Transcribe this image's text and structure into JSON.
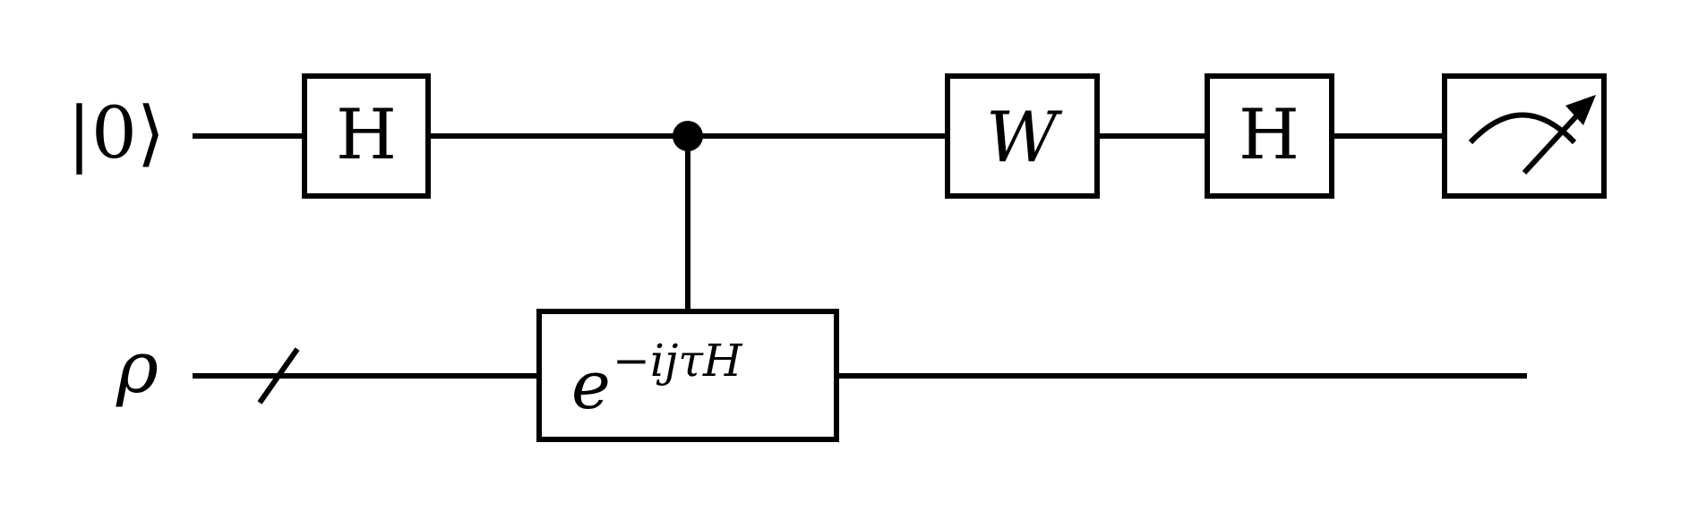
{
  "colors": {
    "ink": "#000000",
    "background": "#ffffff"
  },
  "qubits": {
    "ancilla_label": "|0⟩",
    "system_label": "ρ"
  },
  "gates": {
    "hadamard_1": "H",
    "controlled_base": "e",
    "controlled_exponent": "−ijτH",
    "w_gate": "W",
    "hadamard_2": "H"
  },
  "icons": {
    "measurement": "meter-icon",
    "control": "control-dot-icon",
    "bundle": "register-slash-icon"
  }
}
